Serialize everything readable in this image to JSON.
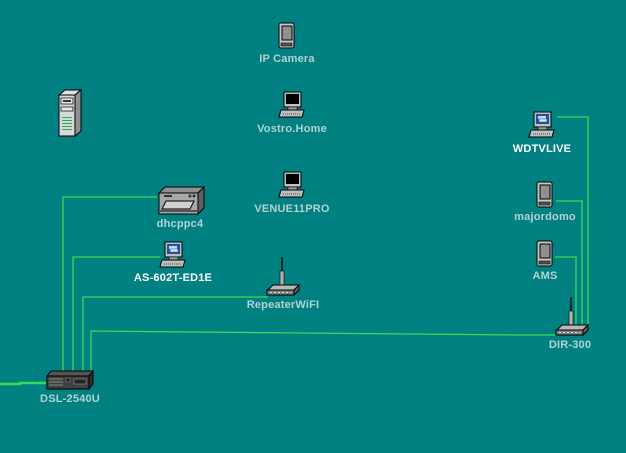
{
  "colors": {
    "background": "#008080",
    "wire": "#33dd55",
    "label_dim": "#b4d2d2",
    "label_bright": "#ffffff"
  },
  "nodes": [
    {
      "id": "ip-camera",
      "label": "IP Camera",
      "icon": "pda-icon",
      "style": "dim"
    },
    {
      "id": "vostro-home",
      "label": "Vostro.Home",
      "icon": "computer-icon",
      "style": "dim"
    },
    {
      "id": "server",
      "label": "",
      "icon": "server-tower-icon",
      "style": "dim"
    },
    {
      "id": "venue11pro",
      "label": "VENUE11PRO",
      "icon": "computer-icon",
      "style": "dim"
    },
    {
      "id": "dhcppc4",
      "label": "dhcppc4",
      "icon": "nas-device-icon",
      "style": "dim"
    },
    {
      "id": "as-602t-ed1e",
      "label": "AS-602T-ED1E",
      "icon": "active-computer-icon",
      "style": "bright"
    },
    {
      "id": "repeaterwifi",
      "label": "RepeaterWiFI",
      "icon": "wifi-router-icon",
      "style": "dim"
    },
    {
      "id": "wdtvlive",
      "label": "WDTVLIVE",
      "icon": "active-computer-icon",
      "style": "bright"
    },
    {
      "id": "majordomo",
      "label": "majordomo",
      "icon": "pda-icon",
      "style": "dim"
    },
    {
      "id": "ams",
      "label": "AMS",
      "icon": "pda-icon",
      "style": "dim"
    },
    {
      "id": "dir-300",
      "label": "DIR-300",
      "icon": "wifi-router-icon",
      "style": "dim"
    },
    {
      "id": "dsl-2540u",
      "label": "DSL-2540U",
      "icon": "modem-icon",
      "style": "dim"
    }
  ],
  "links": [
    {
      "from": "dsl-2540u",
      "to": "internet"
    },
    {
      "from": "dsl-2540u",
      "to": "dhcppc4"
    },
    {
      "from": "dsl-2540u",
      "to": "as-602t-ed1e"
    },
    {
      "from": "dsl-2540u",
      "to": "repeaterwifi"
    },
    {
      "from": "dsl-2540u",
      "to": "dir-300"
    },
    {
      "from": "dir-300",
      "to": "wdtvlive"
    },
    {
      "from": "dir-300",
      "to": "majordomo"
    },
    {
      "from": "dir-300",
      "to": "ams"
    }
  ]
}
